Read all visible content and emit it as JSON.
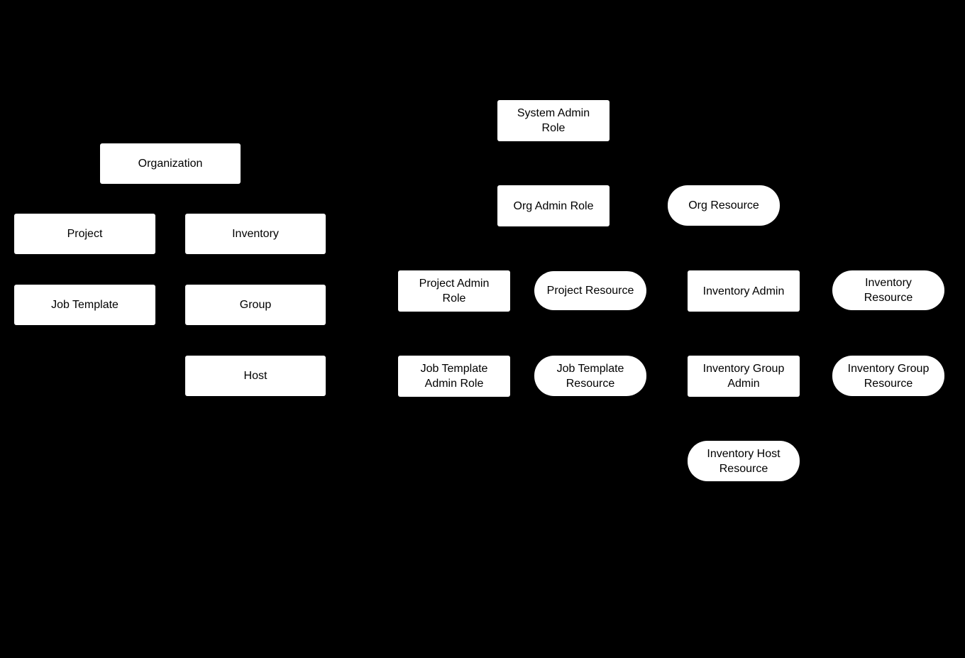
{
  "diagram": {
    "background_color": "#000000",
    "node_fill_color": "#ffffff",
    "node_text_color": "#000000"
  },
  "nodes": {
    "organization": "Organization",
    "project": "Project",
    "inventory": "Inventory",
    "job_template": "Job Template",
    "group": "Group",
    "host": "Host",
    "system_admin_role": "System Admin\nRole",
    "org_admin_role": "Org Admin Role",
    "org_resource": "Org Resource",
    "project_admin_role": "Project Admin\nRole",
    "project_resource": "Project Resource",
    "inventory_admin": "Inventory Admin",
    "inventory_resource": "Inventory\nResource",
    "job_template_admin_role": "Job Template\nAdmin Role",
    "job_template_resource": "Job Template\nResource",
    "inventory_group_admin": "Inventory Group\nAdmin",
    "inventory_group_resource": "Inventory Group\nResource",
    "inventory_host_resource": "Inventory Host\nResource"
  }
}
